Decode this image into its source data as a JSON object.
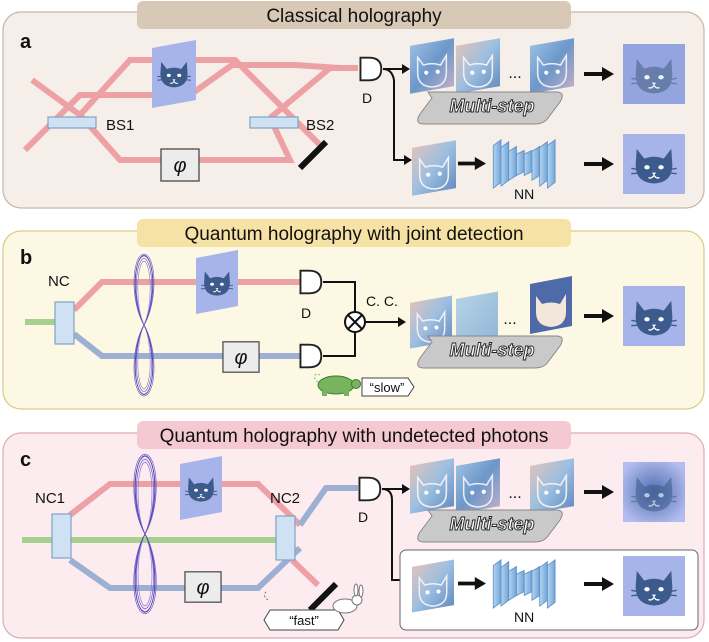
{
  "panels": {
    "a": {
      "letter": "a",
      "title": "Classical holography",
      "bs1": "BS1",
      "bs2": "BS2",
      "phase": "φ",
      "detector": "D",
      "multistep": "Multi-step",
      "nn": "NN",
      "dots": "..."
    },
    "b": {
      "letter": "b",
      "title": "Quantum holography with joint detection",
      "nc": "NC",
      "phase": "φ",
      "detector": "D",
      "cc": "C. C.",
      "multistep": "Multi-step",
      "slow": "“slow”",
      "dots": "..."
    },
    "c": {
      "letter": "c",
      "title": "Quantum holography with undetected photons",
      "nc1": "NC1",
      "nc2": "NC2",
      "phase": "φ",
      "detector": "D",
      "multistep": "Multi-step",
      "nn": "NN",
      "fast": "“fast”",
      "dots": "..."
    }
  },
  "colors": {
    "panel_a_bg": "#f6eee8",
    "panel_a_title_bg": "#d8c8b6",
    "panel_b_bg": "#fdf8e4",
    "panel_b_title_bg": "#f6e2a4",
    "panel_c_bg": "#fdecef",
    "panel_c_title_bg": "#f5c9d1",
    "red_beam": "#eea1a5",
    "blue_beam": "#9db0d4",
    "green_beam": "#a7d08e",
    "holo_bg": "#a6b4ea",
    "cat_face": "#3d5a8c",
    "bs_fill": "#cfe1f2"
  }
}
